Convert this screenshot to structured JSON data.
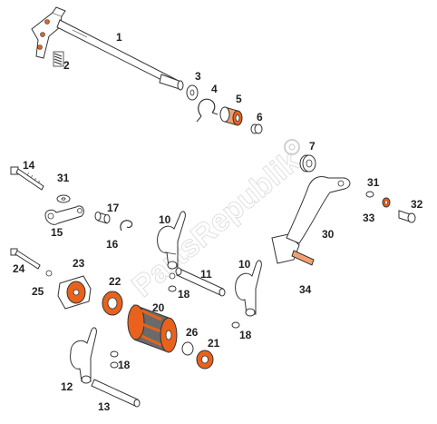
{
  "watermark": "PartsRepublik",
  "colors": {
    "orange": "#e8621c",
    "light_orange": "#f4a070",
    "outline": "#333333",
    "grey_part": "#c8c8c8",
    "dark_grey": "#6a6a6a"
  },
  "callouts": {
    "n1": "1",
    "n2": "2",
    "n3": "3",
    "n4": "4",
    "n5": "5",
    "n6": "6",
    "n7": "7",
    "n10a": "10",
    "n10b": "10",
    "n11": "11",
    "n12": "12",
    "n13": "13",
    "n14": "14",
    "n15": "15",
    "n16": "16",
    "n17": "17",
    "n18a": "18",
    "n18b": "18",
    "n18c": "18",
    "n20": "20",
    "n21": "21",
    "n22": "22",
    "n23": "23",
    "n24": "24",
    "n25": "25",
    "n26": "26",
    "n30": "30",
    "n31a": "31",
    "n31b": "31",
    "n32": "32",
    "n33": "33",
    "n34": "34"
  }
}
